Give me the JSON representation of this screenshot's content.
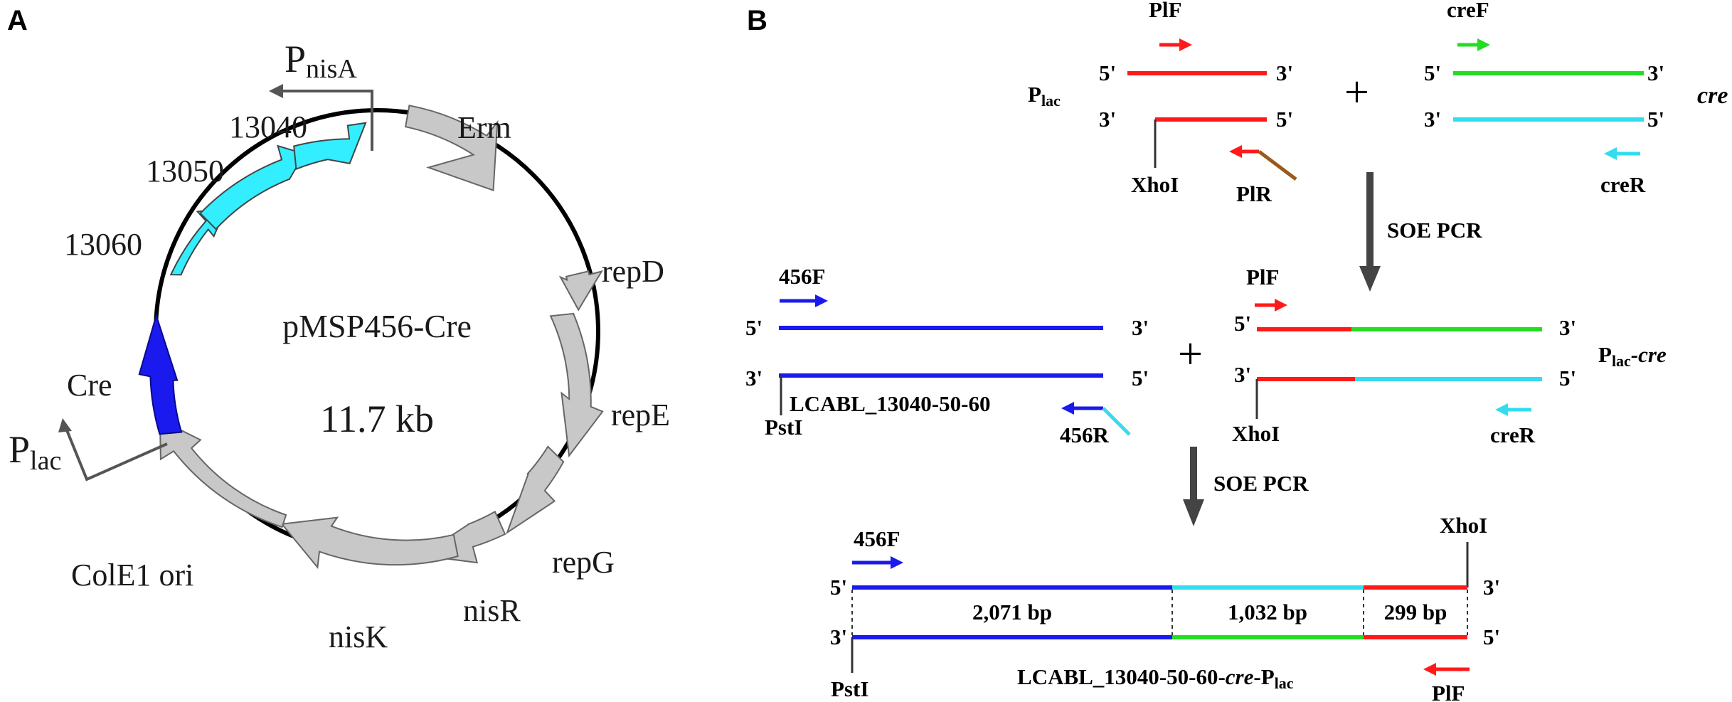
{
  "colors": {
    "red": "#ff1a1a",
    "green": "#22dd22",
    "cyan": "#33ddee",
    "blue": "#1a1aee",
    "navy": "#0a0acc",
    "cyan_gene": "#33eeff",
    "gray_gene": "#c8c8c8",
    "brown": "#9a5a1a",
    "promoter": "#555555"
  },
  "panel_a": {
    "label": "A",
    "plasmid_name": "pMSP456-Cre",
    "plasmid_size": "11.7 kb",
    "promoter_nisA": {
      "main": "P",
      "sub": "nisA"
    },
    "promoter_lac": {
      "main": "P",
      "sub": "lac"
    },
    "genes": {
      "g13040": "13040",
      "g13050": "13050",
      "g13060": "13060",
      "cre": "Cre",
      "erm": "Erm",
      "repD": "repD",
      "repE": "repE",
      "repG": "repG",
      "nisR": "nisR",
      "nisK": "nisK",
      "cole1": "ColE1 ori"
    }
  },
  "panel_b": {
    "label": "B",
    "five": "5'",
    "three": "3'",
    "plus": "+",
    "step1": {
      "plac": {
        "main": "P",
        "sub": "lac"
      },
      "cre": "cre",
      "plf": "PlF",
      "plr": "PlR",
      "cref": "creF",
      "crer": "creR",
      "xhoi": "XhoI"
    },
    "soe1": "SOE PCR",
    "step2": {
      "f456": "456F",
      "r456": "456R",
      "pst": "PstI",
      "fragment": "LCABL_13040-50-60",
      "plf": "PlF",
      "xhoi": "XhoI",
      "crer": "creR",
      "product": {
        "main": "P",
        "sub": "lac",
        "suffix": "-cre"
      }
    },
    "soe2": "SOE PCR",
    "final": {
      "f456": "456F",
      "xhoi": "XhoI",
      "pst": "PstI",
      "plf": "PlF",
      "seg1": "2,071 bp",
      "seg2": "1,032 bp",
      "seg3": "299 bp",
      "name": {
        "prefix": "LCABL_13040-50-60-",
        "ital": "cre",
        "mid": "-P",
        "sub": "lac"
      }
    }
  }
}
